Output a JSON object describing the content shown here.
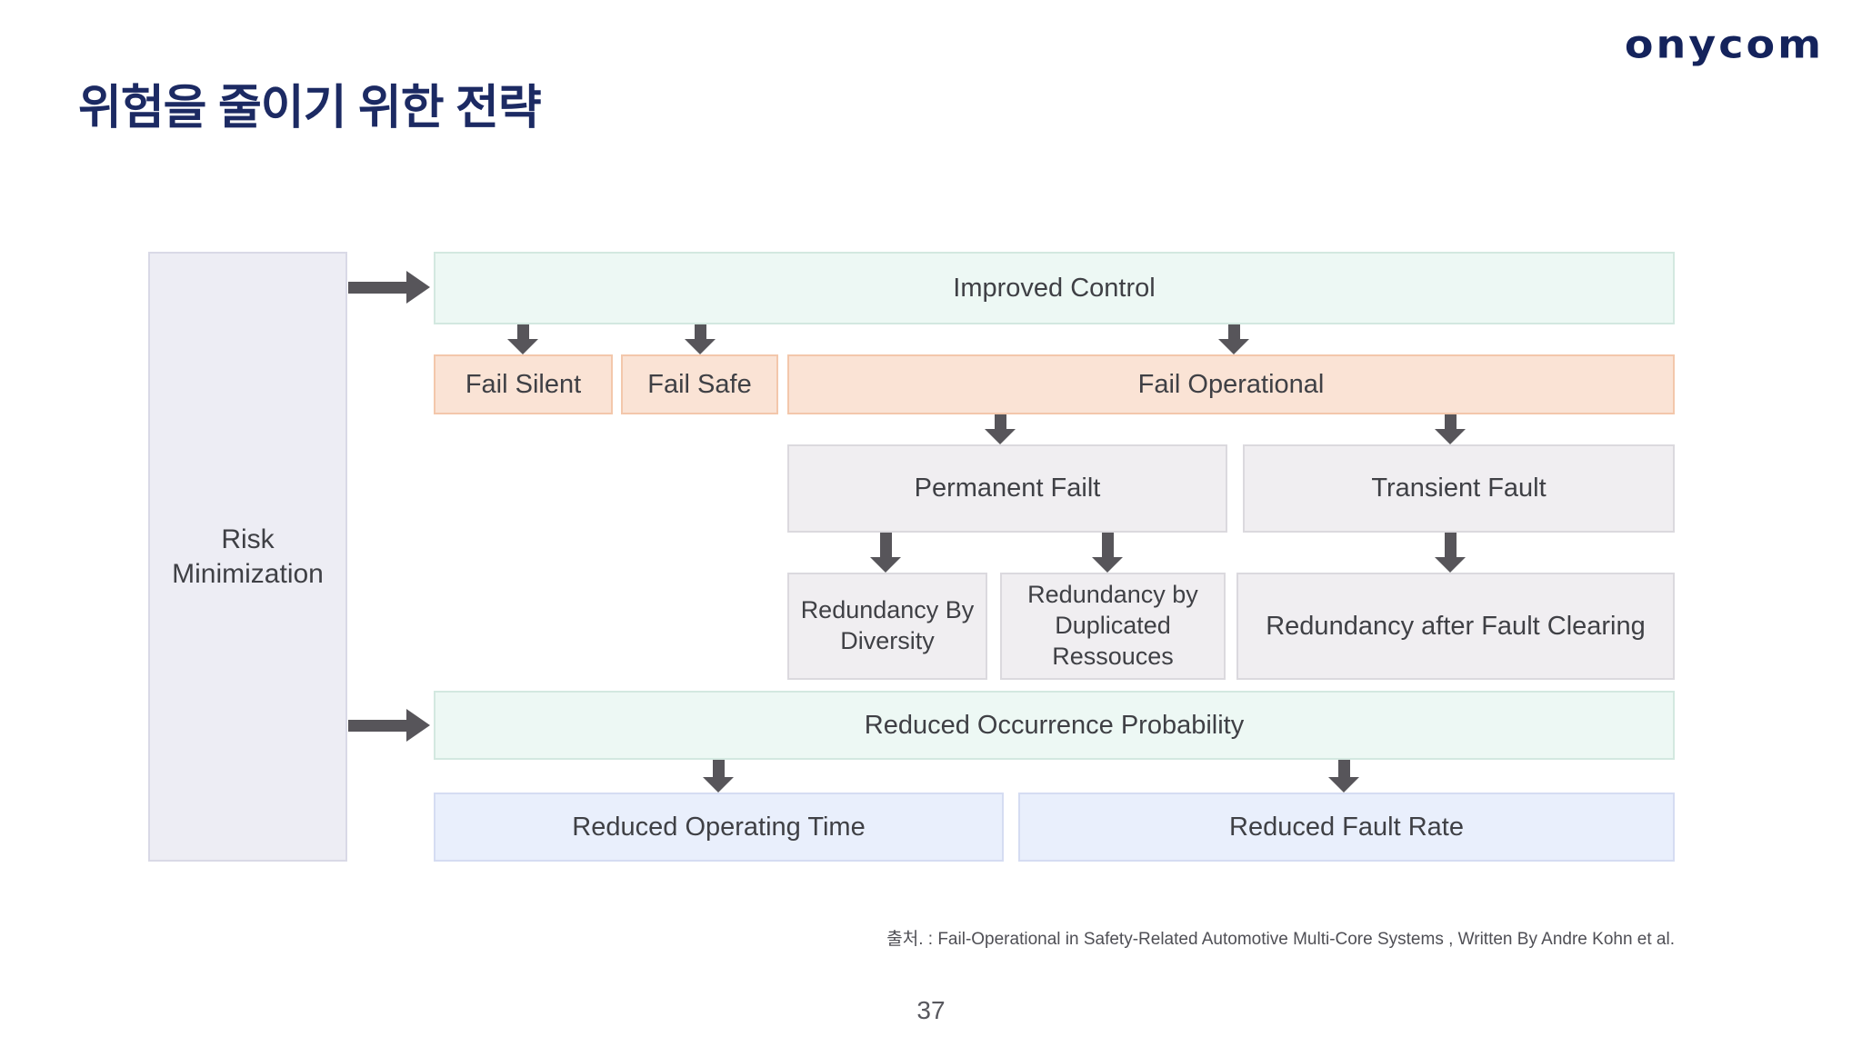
{
  "header": {
    "title": "위험을 줄이기 위한 전략",
    "logo_text": "onycom"
  },
  "diagram": {
    "risk_minimization": "Risk Minimization",
    "improved_control": "Improved Control",
    "fail_silent": "Fail Silent",
    "fail_safe": "Fail Safe",
    "fail_operational": "Fail Operational",
    "permanent_fault": "Permanent Failt",
    "transient_fault": "Transient Fault",
    "redundancy_by_diversity": "Redundancy By Diversity",
    "redundancy_by_duplicated_resources": "Redundancy by Duplicated Ressouces",
    "redundancy_after_fault_clearing": "Redundancy after Fault Clearing",
    "reduced_occurrence_probability": "Reduced Occurrence Probability",
    "reduced_operating_time": "Reduced Operating Time",
    "reduced_fault_rate": "Reduced Fault Rate"
  },
  "footer": {
    "citation": "출처. : Fail-Operational in Safety-Related Automotive Multi-Core Systems , Written By Andre Kohn et al.",
    "page_number": "37"
  },
  "colors": {
    "title_navy": "#1c2a63",
    "logo_navy": "#14235c",
    "arrow_gray": "#57555a",
    "mint_fill": "#edf8f4",
    "mint_border": "#d3e8e0",
    "peach_fill": "#fae3d5",
    "peach_border": "#f3c7ab",
    "gray_fill": "#f0eef1",
    "gray_border": "#dbd9de",
    "lavender_fill": "#ededf4",
    "lavender_border": "#d9d9e6",
    "blue_fill": "#e9effc",
    "blue_border": "#d5dcf2",
    "box_text": "#3f4045"
  }
}
